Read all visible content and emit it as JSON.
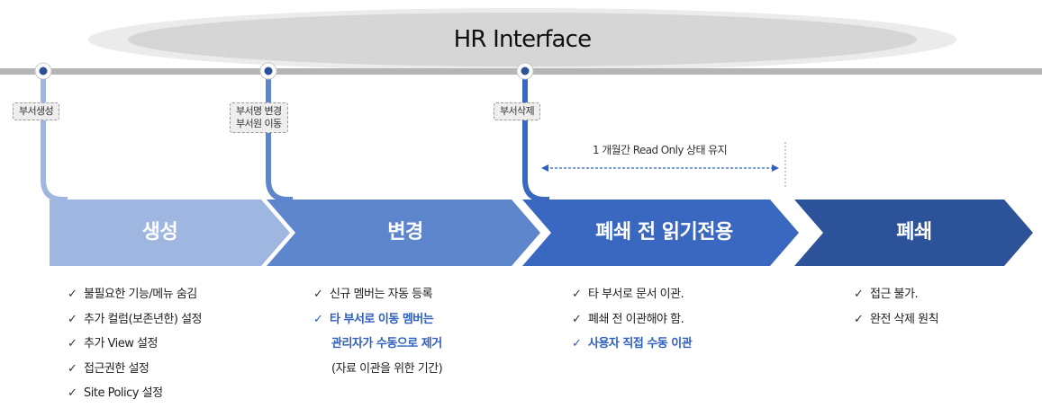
{
  "title": "HR Interface",
  "readonly_note": "1 개월간 Read Only 상태 유지",
  "tags": {
    "create": "부서생성",
    "change_line1": "부서명 변경",
    "change_line2": "부서원 이동",
    "delete": "부서삭제"
  },
  "stages": [
    {
      "label": "생성",
      "color": "#9fb6e0"
    },
    {
      "label": "변경",
      "color": "#5e86cd"
    },
    {
      "label": "폐쇄 전 읽기전용",
      "color": "#3a67c0"
    },
    {
      "label": "폐쇄",
      "color": "#2c5299"
    }
  ],
  "lists": {
    "create": [
      "불필요한 기능/메뉴 숨김",
      "추가 컬럼(보존년한) 설정",
      "추가 View 설정",
      "접근권한 설정",
      "Site Policy 설정"
    ],
    "change": {
      "item1": "신규 멤버는 자동 등록",
      "item2_line1": "타 부서로 이동 멤버는",
      "item2_line2": "관리자가 수동으로 제거",
      "item3": "(자료 이관을 위한 기간)"
    },
    "readonly": [
      "타 부서로 문서 이관.",
      "폐쇄 전 이관해야 함.",
      "사용자 직접 수동 이관"
    ],
    "closed": [
      "접근 불가.",
      "완전 삭제 원칙"
    ]
  },
  "colors": {
    "timeline": "#b5b5b5",
    "ellipse_outer": "#ebebeb",
    "ellipse_inner": "#d7d7d7",
    "highlight_text": "#2f5fbf"
  }
}
